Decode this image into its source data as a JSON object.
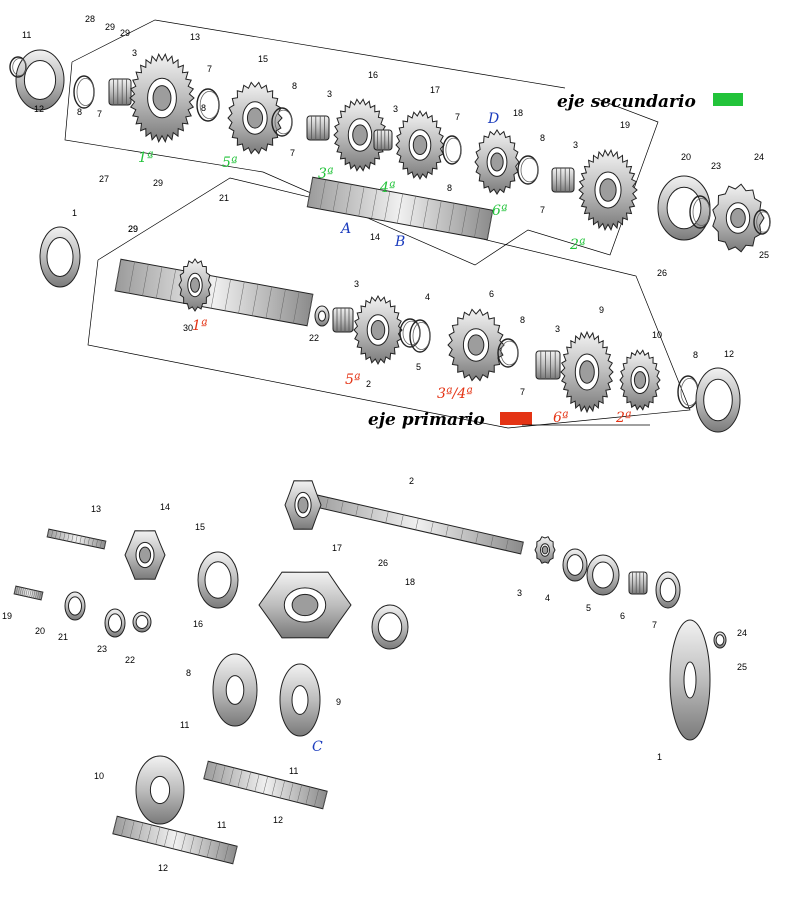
{
  "colors": {
    "secondary": "#22c33a",
    "primary": "#e43314",
    "blue": "#1a3bbd",
    "part": "#d9d9d9",
    "part_dark": "#8c8c8c"
  },
  "legend": {
    "secondary_label": "eje secundario",
    "primary_label": "eje primario"
  },
  "gear_labels": {
    "sec_1": "1ª",
    "sec_5": "5ª",
    "sec_3": "3ª",
    "sec_4": "4ª",
    "sec_6": "6ª",
    "sec_2": "2ª",
    "pri_1": "1ª",
    "pri_5": "5ª",
    "pri_34": "3ª/4ª",
    "pri_6": "6ª",
    "pri_2": "2ª",
    "A": "A",
    "B": "B",
    "C": "C",
    "D": "D"
  },
  "upper_callouts": [
    "11",
    "28",
    "29",
    "29",
    "13",
    "3",
    "12",
    "8",
    "7",
    "7",
    "8",
    "15",
    "8",
    "7",
    "3",
    "16",
    "3",
    "17",
    "7",
    "8",
    "18",
    "8",
    "19",
    "3",
    "7",
    "20",
    "23",
    "24",
    "27",
    "29",
    "29",
    "1",
    "21",
    "14",
    "29",
    "26",
    "25",
    "30",
    "22",
    "3",
    "2",
    "4",
    "5",
    "6",
    "8",
    "3",
    "7",
    "9",
    "10",
    "8",
    "12"
  ],
  "lower_callouts": [
    "13",
    "14",
    "15",
    "19",
    "20",
    "21",
    "23",
    "22",
    "16",
    "2",
    "17",
    "26",
    "18",
    "3",
    "4",
    "5",
    "6",
    "7",
    "24",
    "25",
    "8",
    "9",
    "11",
    "11",
    "10",
    "11",
    "12",
    "12",
    "1"
  ]
}
